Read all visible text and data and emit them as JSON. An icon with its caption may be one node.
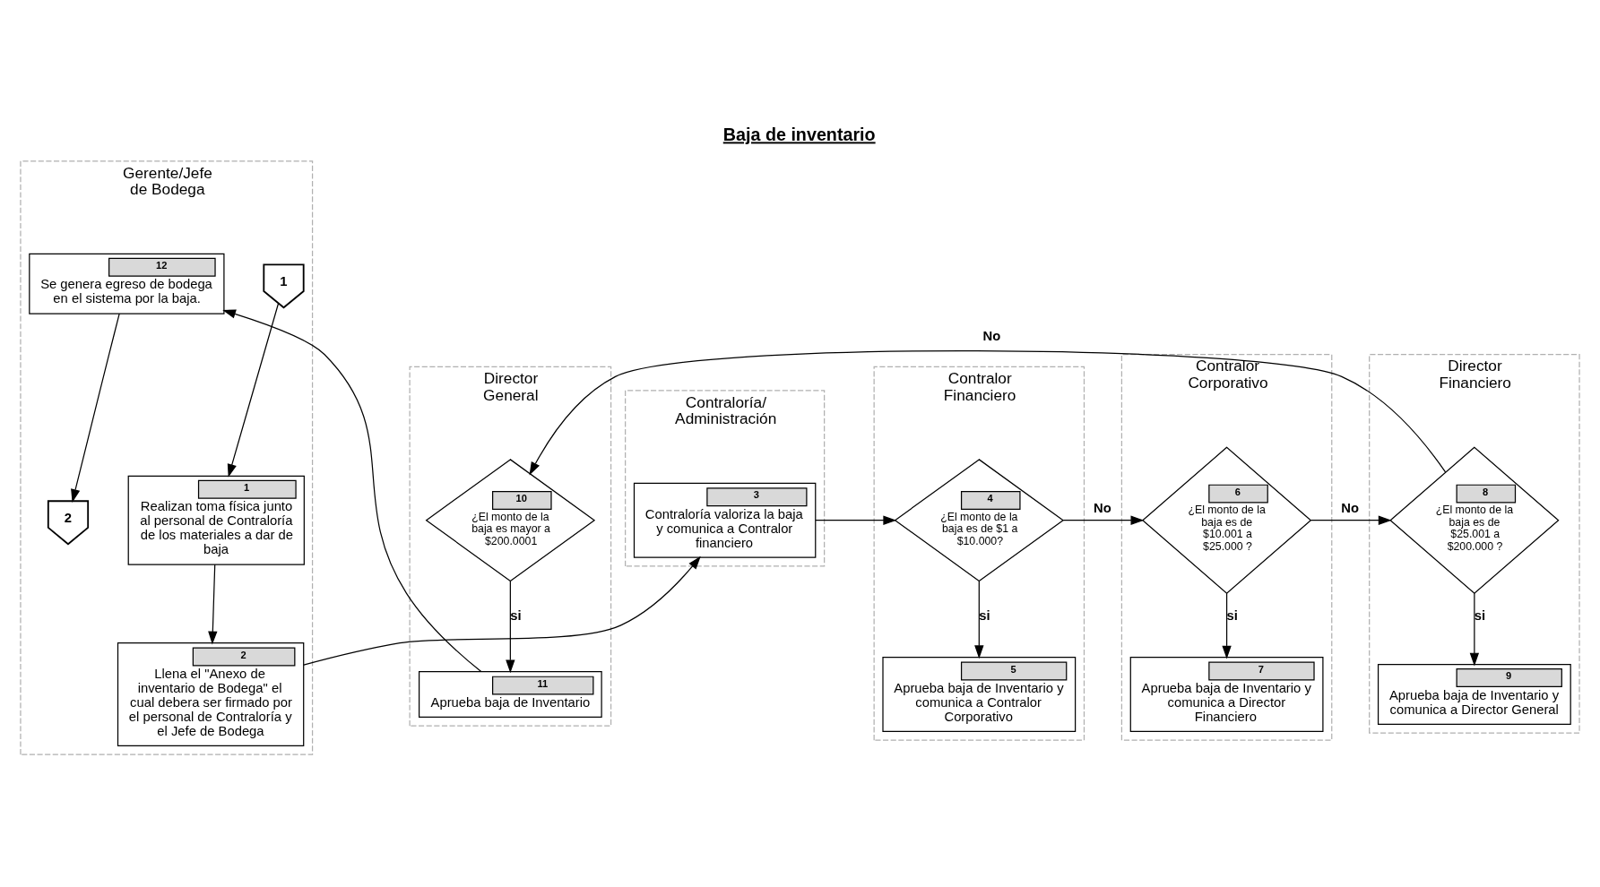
{
  "diagram": {
    "title": "Baja de inventario",
    "nodes": [
      {
        "text": [
          "Gerente/Jefe de Bodega"
        ]
      },
      {
        "text": [
          "1"
        ],
        "in": 0
      },
      {
        "text": [
          "1",
          "Realizan toma física junto al personal de Contraloría de los materiales a dar de baja"
        ],
        "in": 0
      },
      {
        "text": [
          "2",
          "Llena el \"Anexo de inventario de Bodega\" el cual debera ser firmado por el personal de Contraloría y el Jefe de Bodega"
        ],
        "in": 0
      },
      {
        "text": [
          "Contraloría/ Administración"
        ]
      },
      {
        "text": [
          "3",
          "Contraloría valoriza la baja y comunica a Contralor financiero"
        ],
        "in": 4
      },
      {
        "text": [
          "Contralor Financiero"
        ]
      },
      {
        "text": [
          "4",
          "¿El monto de la baja es de $1 a $10.000?"
        ],
        "in": 6
      },
      {
        "text": [
          "5",
          "Aprueba baja de Inventario y comunica a Contralor Corporativo"
        ],
        "in": 6
      },
      {
        "text": [
          "Contralor Corporativo"
        ]
      },
      {
        "text": [
          "6",
          "¿El monto de la baja es de $10.001 a $25.000 ?"
        ],
        "in": 9
      },
      {
        "text": [
          "7",
          "Aprueba baja de Inventario y comunica a Director Financiero"
        ],
        "in": 9
      },
      {
        "text": [
          "Director Financiero"
        ]
      },
      {
        "text": [
          "8",
          "¿El monto de la baja es de $25.001 a $200.000 ?"
        ],
        "in": 12
      },
      {
        "text": [
          "9",
          "Aprueba baja de Inventario y comunica a Director General"
        ],
        "in": 12
      },
      {
        "text": [
          "Director General"
        ]
      },
      {
        "text": [
          "10",
          "¿El monto de la baja es mayor a $200.0001"
        ],
        "in": 15
      },
      {
        "text": [
          "11",
          "Aprueba baja de Inventario"
        ],
        "in": 15
      },
      {
        "text": [
          "12",
          "Se genera egreso de bodega en el sistema por la baja."
        ],
        "in": 0
      },
      {
        "text": [
          "2"
        ],
        "in": 0
      }
    ],
    "edges": [
      {
        "from": 1,
        "to": 2,
        "arrow": "to"
      },
      {
        "from": 2,
        "to": 3,
        "arrow": "to"
      },
      {
        "from": 3,
        "to": 5,
        "arrow": "to"
      },
      {
        "from": 5,
        "to": 7,
        "arrow": "to"
      },
      {
        "from": 7,
        "to": 10,
        "arrow": "to",
        "label": "No"
      },
      {
        "from": 7,
        "to": 8,
        "arrow": "to",
        "label": "si"
      },
      {
        "from": 10,
        "to": 13,
        "arrow": "to",
        "label": "No"
      },
      {
        "from": 10,
        "to": 11,
        "arrow": "to",
        "label": "si"
      },
      {
        "from": 13,
        "to": 16,
        "arrow": "to",
        "label": "No"
      },
      {
        "from": 13,
        "to": 14,
        "arrow": "to",
        "label": "si"
      },
      {
        "from": 16,
        "to": 17,
        "arrow": "to",
        "label": "si"
      },
      {
        "from": 17,
        "to": 18,
        "arrow": "to"
      },
      {
        "from": 18,
        "to": 19,
        "arrow": "to"
      }
    ]
  }
}
